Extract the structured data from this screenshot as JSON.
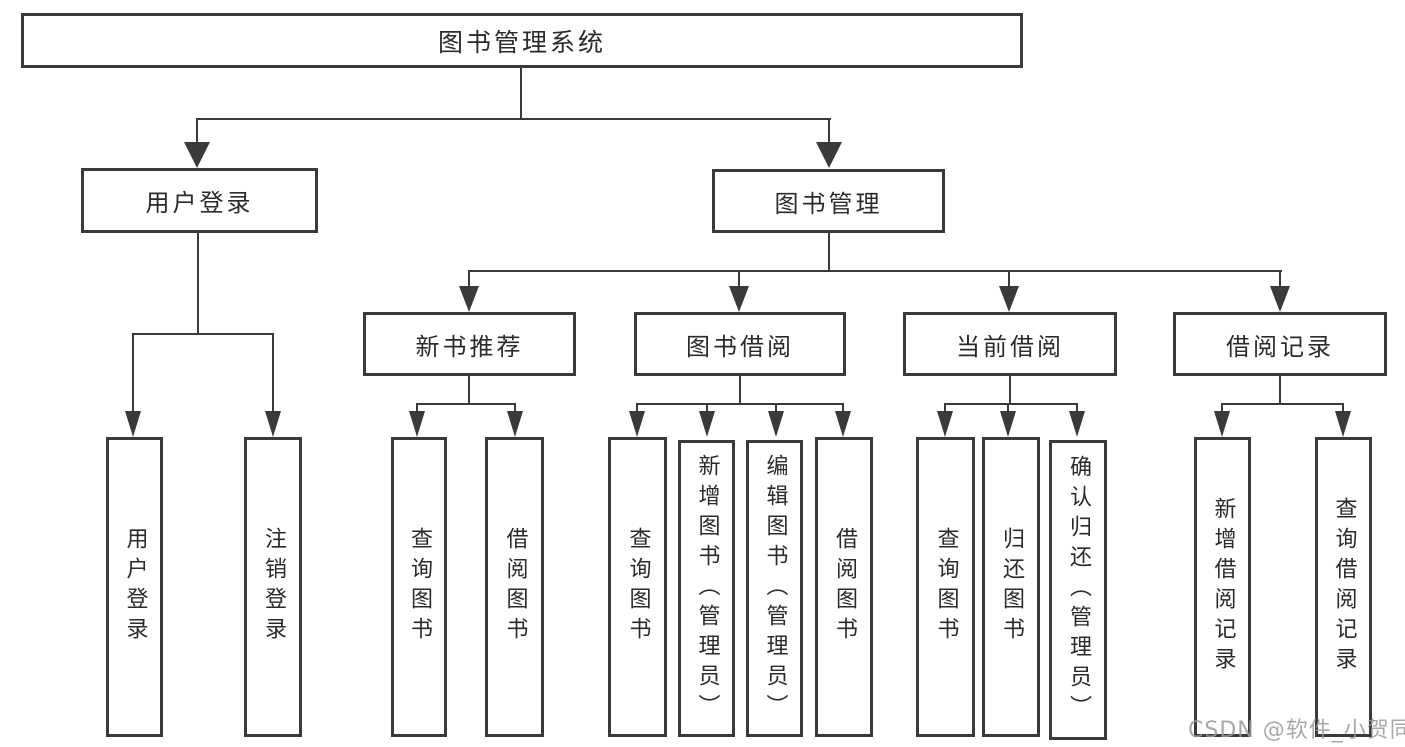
{
  "diagram": {
    "root": {
      "label": "图书管理系统"
    },
    "branches": [
      {
        "label": "用户登录",
        "children": [
          {
            "label": "用户登录"
          },
          {
            "label": "注销登录"
          }
        ]
      },
      {
        "label": "图书管理",
        "children": [
          {
            "label": "新书推荐",
            "children": [
              {
                "label": "查询图书"
              },
              {
                "label": "借阅图书"
              }
            ]
          },
          {
            "label": "图书借阅",
            "children": [
              {
                "label": "查询图书"
              },
              {
                "label": "新增图书（管理员）"
              },
              {
                "label": "编辑图书（管理员）"
              },
              {
                "label": "借阅图书"
              }
            ]
          },
          {
            "label": "当前借阅",
            "children": [
              {
                "label": "查询图书"
              },
              {
                "label": "归还图书"
              },
              {
                "label": "确认归还（管理员）"
              }
            ]
          },
          {
            "label": "借阅记录",
            "children": [
              {
                "label": "新增借阅记录"
              },
              {
                "label": "查询借阅记录"
              }
            ]
          }
        ]
      }
    ]
  },
  "watermark": {
    "text": "CSDN @软件_小贺同学"
  },
  "colors": {
    "line": "#3a3a3c",
    "text": "#2b2b2d",
    "background": "#ffffff",
    "watermark": "#9b9b9b"
  }
}
